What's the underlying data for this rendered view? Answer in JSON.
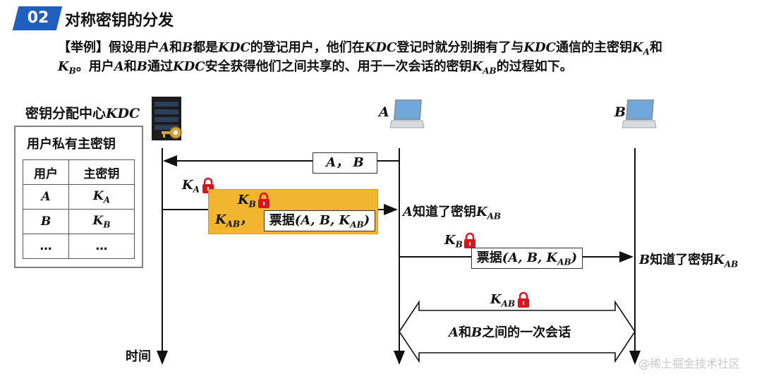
{
  "header": {
    "badge": "02",
    "title": "对称密钥的分发",
    "example_line1": {
      "prefix": "【举例】假设用户",
      "A": "A",
      "and1": "和",
      "B": "B",
      "mid1": "都是",
      "KDC1": "KDC",
      "mid2": "的登记用户，他们在",
      "KDC2": "KDC",
      "mid3": "登记时就分别拥有了与",
      "KDC3": "KDC",
      "mid4": "通信的主密钥",
      "KA": "K",
      "KA_sub": "A",
      "and2": "和"
    },
    "example_line2": {
      "KB": "K",
      "KB_sub": "B",
      "mid1": "。用户",
      "A": "A",
      "and1": "和",
      "B": "B",
      "mid2": "通过",
      "KDC": "KDC",
      "mid3": "安全获得他们之间共享的、用于一次会话的密钥",
      "KAB": "K",
      "KAB_sub": "AB",
      "suffix": "的过程如下。"
    }
  },
  "kdc": {
    "label_prefix": "密钥分配中心",
    "label_kdc": "KDC",
    "panel_title": "用户私有主密钥",
    "table": {
      "headers": [
        "用户",
        "主密钥"
      ],
      "rows": [
        {
          "user": "A",
          "key": "K",
          "key_sub": "A"
        },
        {
          "user": "B",
          "key": "K",
          "key_sub": "B"
        },
        {
          "user": "…",
          "key": "…",
          "key_sub": ""
        }
      ]
    }
  },
  "nodes": {
    "A": "A",
    "B": "B"
  },
  "messages": {
    "request": "A， B",
    "ka_label": "K",
    "ka_sub": "A",
    "kb_label": "K",
    "kb_sub": "B",
    "kab_label": "K",
    "kab_sub": "AB",
    "kab_comma": "，",
    "ticket_prefix": "票据",
    "ticket_args": "(A, B, K",
    "ticket_sub": "AB",
    "ticket_close": ")",
    "a_knows_prefix": "A",
    "a_knows_text": "知道了密钥",
    "b_knows_prefix": "B",
    "b_knows_text": "知道了密钥",
    "session_kab_label": "K",
    "session_kab_sub": "AB",
    "session": {
      "A": "A",
      "and": "和",
      "B": "B",
      "text": "之间的一次会话"
    }
  },
  "time_label": "时间",
  "watermark": "@稀土掘金技术社区",
  "colors": {
    "badge": "#1f5fbf",
    "ticket_box": "#f2b530",
    "lock": "#d9141b"
  }
}
